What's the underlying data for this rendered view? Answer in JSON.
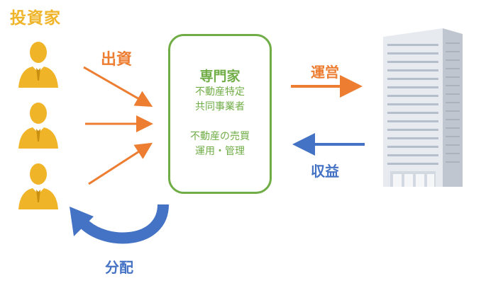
{
  "investors": {
    "title": "投資家"
  },
  "flows": {
    "investment": "出資",
    "operation": "運営",
    "profit": "収益",
    "distribution": "分配"
  },
  "expert": {
    "title": "専門家",
    "lines": [
      "不動産特定",
      "共同事業者",
      "不動産の売買",
      "運用・管理"
    ]
  },
  "colors": {
    "investor": "#f0b429",
    "orange": "#ed7d31",
    "blue": "#4472c4",
    "green": "#70ad47",
    "building": "#d9dee5"
  },
  "icons": [
    "person-icon",
    "office-building-icon"
  ]
}
